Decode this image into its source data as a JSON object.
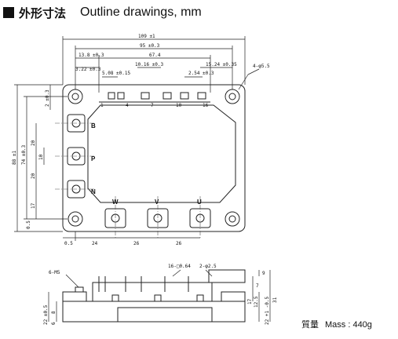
{
  "header": {
    "title_jp": "外形寸法",
    "title_en": "Outline drawings, mm"
  },
  "dims_top": {
    "overall_width": "109 ±1",
    "mount_pitch": "95 ±0.3",
    "d13_8": "13.8 ±0.3",
    "d67_4": "67.4",
    "d10_16": "10.16 ±0.3",
    "d15_24": "15.24 ±0.35",
    "d3_22": "3.22 ±0.3",
    "d5_08": "5.08 ±0.15",
    "d2_54": "2.54 ±0.3",
    "hole": "4-φ5.5"
  },
  "dims_left": {
    "overall_height": "88 ±1",
    "mount_pitch": "74 ±0.3",
    "d2": "2 ±0.3",
    "d20a": "20",
    "d10": "10",
    "d20b": "20",
    "d17": "17",
    "d0_5": "0.5"
  },
  "dims_bottom": {
    "d0_5": "0.5",
    "d24": "24",
    "d26a": "26",
    "d26b": "26"
  },
  "labels": {
    "B": "B",
    "P": "P",
    "N": "N",
    "W": "W",
    "V": "V",
    "U": "U"
  },
  "pins": {
    "p1": "1",
    "p4": "4",
    "p7": "7",
    "p10": "10",
    "p16": "16"
  },
  "side": {
    "screw": "6-M5",
    "pins": "16-□0.64",
    "pin_dia": "2-φ2.5",
    "d9": "9",
    "d7": "7",
    "d17": "17",
    "d12_5": "12.5",
    "d31": "31",
    "d22_a": "22 +1 -0.5",
    "d22_b": "22 ±0.5",
    "d6": "6",
    "d8": "8"
  },
  "mass": {
    "label_jp": "質量",
    "text": "Mass : 440g"
  }
}
